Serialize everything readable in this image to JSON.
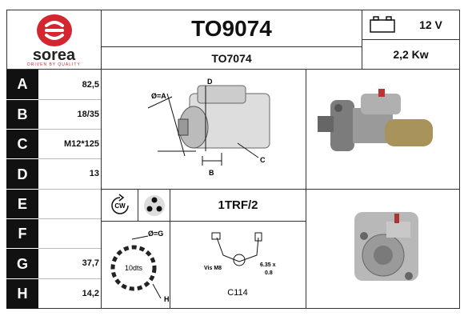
{
  "brand": {
    "name": "sorea",
    "tagline": "DRIVEN BY QUALITY",
    "color": "#d32630"
  },
  "header": {
    "part_number": "TO9074",
    "alt_part_number": "TO7074"
  },
  "specs": {
    "voltage": "12 V",
    "power": "2,2 Kw"
  },
  "dimensions": [
    {
      "letter": "A",
      "value": "82,5"
    },
    {
      "letter": "B",
      "value": "18/35"
    },
    {
      "letter": "C",
      "value": "M12*125"
    },
    {
      "letter": "D",
      "value": "13"
    },
    {
      "letter": "E",
      "value": ""
    },
    {
      "letter": "F",
      "value": ""
    },
    {
      "letter": "G",
      "value": "37,7"
    },
    {
      "letter": "H",
      "value": "14,2"
    }
  ],
  "diagram_labels": {
    "diameter": "Ø=A",
    "d": "D",
    "b": "B",
    "c": "C"
  },
  "rotation": {
    "icon": "clockwise-arrow-icon",
    "label": "CW"
  },
  "mounting_icon": "three-hole-flange-icon",
  "connector_code": "1TRF/2",
  "pinion": {
    "diameter_label": "Ø=G",
    "teeth_label": "10dts",
    "h_label": "H"
  },
  "terminal": {
    "screw_label": "Vis M8",
    "tab_label_1": "6.35 x",
    "tab_label_2": "0.8",
    "code": "C114"
  }
}
